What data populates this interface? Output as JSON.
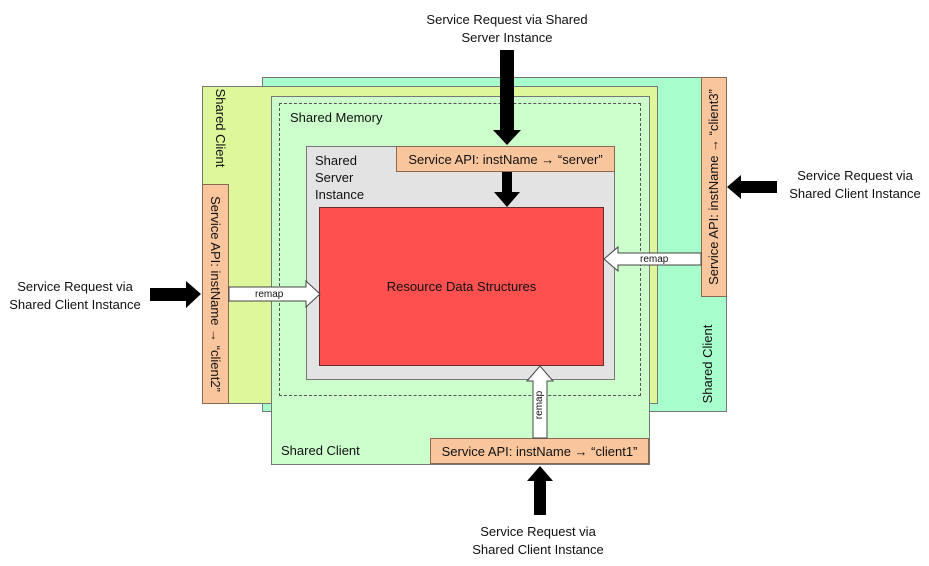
{
  "captions": {
    "top": [
      "Service Request via Shared",
      "Server Instance"
    ],
    "right": [
      "Service Request via",
      "Shared Client Instance"
    ],
    "left": [
      "Service Request via",
      "Shared Client Instance"
    ],
    "bottom": [
      "Service Request via",
      "Shared Client Instance"
    ]
  },
  "labels": {
    "shared_client_left": "Shared Client",
    "shared_client_right": "Shared Client",
    "shared_client_bottom": "Shared Client",
    "shared_memory": "Shared Memory",
    "shared_server": [
      "Shared",
      "Server",
      "Instance"
    ],
    "resource": "Resource Data Structures"
  },
  "api": {
    "server": "Service API: instName → “server”",
    "client1": "Service API: instName → “client1”",
    "client2": "Service API: instName → “client2”",
    "client3": "Service API: instName → “client3”"
  },
  "remap": {
    "left": "remap",
    "right": "remap",
    "bottom": "remap"
  },
  "colors": {
    "client_green_yellow": "#ddf79a",
    "client_mint": "#a7fdcc",
    "client_pale": "#ccffcc",
    "server_grey": "#e3e3e3",
    "resource_red": "#ff5050",
    "api_orange": "#f9c59c"
  }
}
